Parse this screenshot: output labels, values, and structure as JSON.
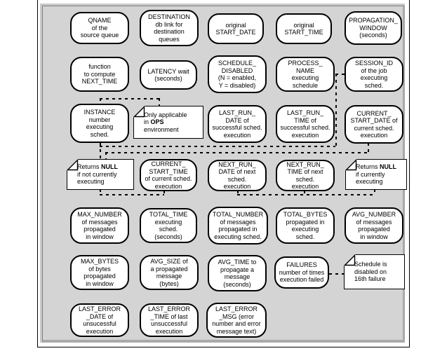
{
  "figure": {
    "colors": {
      "panel_bg": "#d4d4d4",
      "node_bg": "#ffffff",
      "line": "#000000"
    }
  },
  "nodes": [
    {
      "id": "qname",
      "kind": "column",
      "lines": [
        "QNAME",
        "of the",
        "source queue"
      ]
    },
    {
      "id": "destination",
      "kind": "column",
      "lines": [
        "DESTINATION",
        "db link for",
        "destination",
        "queues"
      ]
    },
    {
      "id": "start_date",
      "kind": "column",
      "lines": [
        "original",
        "START_DATE"
      ]
    },
    {
      "id": "start_time",
      "kind": "column",
      "lines": [
        "original",
        "START_TIME"
      ]
    },
    {
      "id": "propagation_window",
      "kind": "column",
      "lines": [
        "PROPAGATION_",
        "WINDOW",
        "(seconds)"
      ]
    },
    {
      "id": "next_time",
      "kind": "column",
      "lines": [
        "function",
        "to compute",
        "NEXT_TIME"
      ]
    },
    {
      "id": "latency",
      "kind": "column",
      "lines": [
        "LATENCY wait",
        "(seconds)"
      ]
    },
    {
      "id": "schedule_disabled",
      "kind": "column",
      "lines": [
        "SCHEDULE_",
        "DISABLED",
        "(N = enabled,",
        "Y = disabled)"
      ]
    },
    {
      "id": "process_name",
      "kind": "column",
      "lines": [
        "PROCESS_",
        "NAME",
        "executing",
        "schedule"
      ]
    },
    {
      "id": "session_id",
      "kind": "column",
      "lines": [
        "SESSION_ID",
        "of the job",
        "executing",
        "sched."
      ]
    },
    {
      "id": "instance",
      "kind": "column",
      "lines": [
        "INSTANCE",
        "number",
        "executing",
        "sched."
      ]
    },
    {
      "id": "note_ops",
      "kind": "note",
      "lines": [
        [
          {
            "t": "Only applicable"
          }
        ],
        [
          {
            "t": "in "
          },
          {
            "t": "OPS",
            "b": true
          }
        ],
        [
          {
            "t": "environment"
          }
        ]
      ]
    },
    {
      "id": "last_run_date",
      "kind": "column",
      "lines": [
        "LAST_RUN_",
        "DATE of",
        "successful sched.",
        "execution"
      ]
    },
    {
      "id": "last_run_time",
      "kind": "column",
      "lines": [
        "LAST_RUN_",
        "TIME of",
        "successful sched.",
        "execution"
      ]
    },
    {
      "id": "current_start_date",
      "kind": "column",
      "lines": [
        "CURRENT_",
        "START_DATE of",
        "current sched.",
        "execution"
      ]
    },
    {
      "id": "note_null_not",
      "kind": "note",
      "lines": [
        [
          {
            "t": "Returns "
          },
          {
            "t": "NULL",
            "b": true
          }
        ],
        [
          {
            "t": "if not currently"
          }
        ],
        [
          {
            "t": "executing"
          }
        ]
      ]
    },
    {
      "id": "current_start_time",
      "kind": "column",
      "lines": [
        "CURRENT_",
        "START_TIME",
        "of current sched.",
        "execution"
      ]
    },
    {
      "id": "next_run_date",
      "kind": "column",
      "lines": [
        "NEXT_RUN_",
        "DATE of next",
        "sched.",
        "execution"
      ]
    },
    {
      "id": "next_run_time",
      "kind": "column",
      "lines": [
        "NEXT_RUN_",
        "TIME of next",
        "sched.",
        "execution"
      ]
    },
    {
      "id": "note_null_cur",
      "kind": "note",
      "lines": [
        [
          {
            "t": "Returns "
          },
          {
            "t": "NULL",
            "b": true
          }
        ],
        [
          {
            "t": "if currently"
          }
        ],
        [
          {
            "t": "executing"
          }
        ]
      ]
    },
    {
      "id": "max_number",
      "kind": "column",
      "lines": [
        "MAX_NUMBER",
        "of messages",
        "propagated",
        "in window"
      ]
    },
    {
      "id": "total_time",
      "kind": "column",
      "lines": [
        "TOTAL_TIME",
        "executing",
        "sched.",
        "(seconds)"
      ]
    },
    {
      "id": "total_number",
      "kind": "column",
      "lines": [
        "TOTAL_NUMBER",
        "of messages",
        "propagated in",
        "executing sched."
      ]
    },
    {
      "id": "total_bytes",
      "kind": "column",
      "lines": [
        "TOTAL_BYTES",
        "propagated in",
        "executing",
        "sched."
      ]
    },
    {
      "id": "avg_number",
      "kind": "column",
      "lines": [
        "AVG_NUMBER",
        "of messages",
        "propagated",
        "in window"
      ]
    },
    {
      "id": "max_bytes",
      "kind": "column",
      "lines": [
        "MAX_BYTES",
        "of bytes",
        "propagated",
        "in window"
      ]
    },
    {
      "id": "avg_size",
      "kind": "column",
      "lines": [
        "AVG_SIZE of",
        "a propagated",
        "message",
        "(bytes)"
      ]
    },
    {
      "id": "avg_time",
      "kind": "column",
      "lines": [
        "AVG_TIME to",
        "propagate a",
        "message",
        "(seconds)"
      ]
    },
    {
      "id": "failures",
      "kind": "column",
      "lines": [
        "FAILURES",
        "number of times",
        "execution failed"
      ]
    },
    {
      "id": "note_sched",
      "kind": "note",
      "lines": [
        [
          {
            "t": "Schedule is"
          }
        ],
        [
          {
            "t": "disabled on"
          }
        ],
        [
          {
            "t": "16th failure"
          }
        ]
      ]
    },
    {
      "id": "last_error_date",
      "kind": "column",
      "lines": [
        "LAST_ERROR",
        "_DATE of",
        "unsucessful",
        "execution"
      ]
    },
    {
      "id": "last_error_time",
      "kind": "column",
      "lines": [
        "LAST_ERROR",
        "_TIME of last",
        "unsuccessful",
        "execution"
      ]
    },
    {
      "id": "last_error_msg",
      "kind": "column",
      "lines": [
        "LAST_ERROR",
        "_MSG (error",
        "number and error",
        "message text)"
      ]
    }
  ],
  "connections": [
    {
      "note": "note_ops",
      "targets": [
        "instance"
      ]
    },
    {
      "note": "note_null_not",
      "targets": [
        "instance",
        "session_id",
        "current_start_date",
        "current_start_time"
      ]
    },
    {
      "note": "note_null_cur",
      "targets": [
        "next_run_date",
        "next_run_time"
      ]
    },
    {
      "note": "note_sched",
      "targets": [
        "failures"
      ]
    }
  ]
}
